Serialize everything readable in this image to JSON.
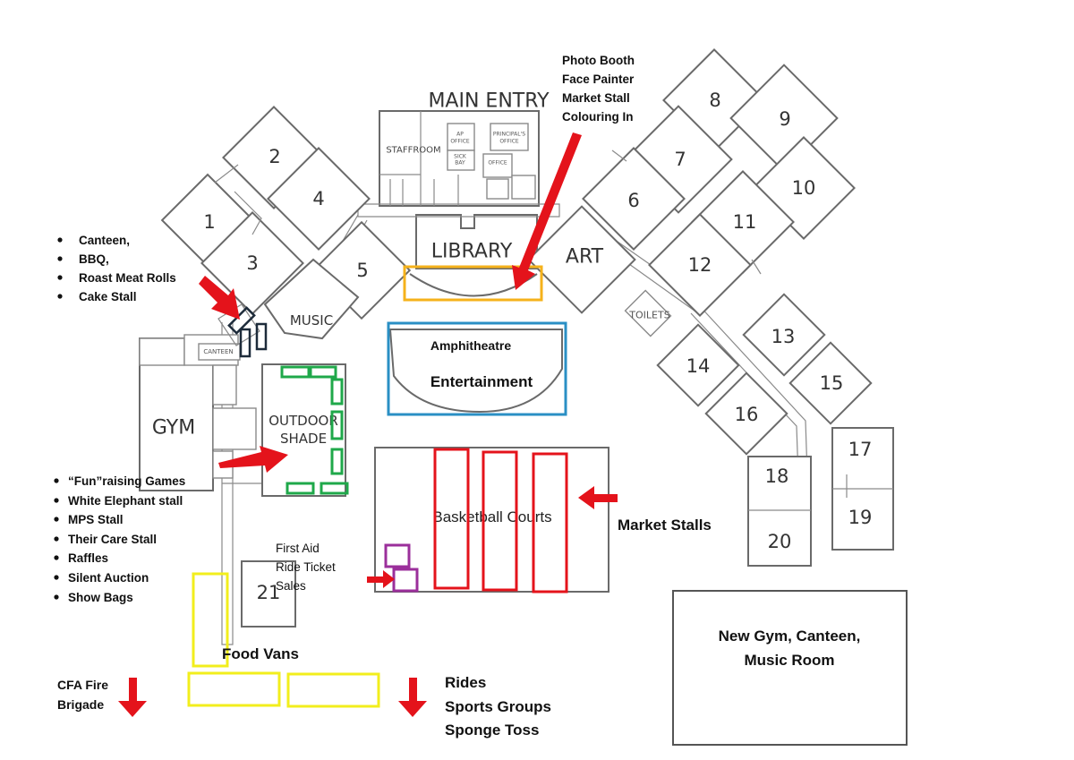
{
  "map_title": "MAIN ENTRY",
  "rooms": {
    "r1": "1",
    "r2": "2",
    "r3": "3",
    "r4": "4",
    "r5": "5",
    "r6": "6",
    "r7": "7",
    "r8": "8",
    "r9": "9",
    "r10": "10",
    "r11": "11",
    "r12": "12",
    "r13": "13",
    "r14": "14",
    "r15": "15",
    "r16": "16",
    "r17": "17",
    "r18": "18",
    "r19": "19",
    "r20": "20",
    "r21": "21"
  },
  "facilities": {
    "library": "LIBRARY",
    "art": "ART",
    "music": "MUSIC",
    "gym": "GYM",
    "outdoor_shade_line1": "OUTDOOR",
    "outdoor_shade_line2": "SHADE",
    "toilets": "TOILETS",
    "staffroom": "STAFFROOM",
    "canteen": "CANTEEN",
    "ap_office_1": "AP",
    "ap_office_2": "OFFICE",
    "sick_bay_1": "SICK",
    "sick_bay_2": "BAY",
    "principals_office_1": "PRINCIPAL'S",
    "principals_office_2": "OFFICE",
    "office": "OFFICE",
    "basketball_courts": "Basketball Courts",
    "amphitheatre": "Amphitheatre",
    "entertainment": "Entertainment",
    "new_building_line1": "New Gym, Canteen,",
    "new_building_line2": "Music Room"
  },
  "annotations": {
    "photo_booth_list": [
      "Photo Booth",
      "Face Painter",
      "Market Stall",
      "Colouring In"
    ],
    "canteen_list": [
      "Canteen,",
      "BBQ,",
      "Roast Meat Rolls",
      "Cake Stall"
    ],
    "games_list": [
      "“Fun”raising Games",
      "White Elephant stall",
      "MPS Stall",
      "Their Care Stall",
      "Raffles",
      "Silent Auction",
      "Show Bags"
    ],
    "first_aid_list": [
      "First Aid",
      "Ride Ticket",
      "Sales"
    ],
    "market_stalls": "Market Stalls",
    "food_vans": "Food Vans",
    "cfa_line1": "CFA Fire",
    "cfa_line2": "Brigade",
    "rides_list": [
      "Rides",
      "Sports Groups",
      "Sponge Toss"
    ]
  },
  "colors": {
    "arrow": "#e4131b",
    "library_stall_box": "#f5b21b",
    "amphitheatre_box": "#2a8fc4",
    "outdoor_shade_stalls": "#1fa84a",
    "market_stall_boxes": "#e4131b",
    "first_aid_boxes": "#9b2f9b",
    "food_van_boxes": "#f2ee1c",
    "canteen_stall_boxes": "#1d2b3a"
  }
}
